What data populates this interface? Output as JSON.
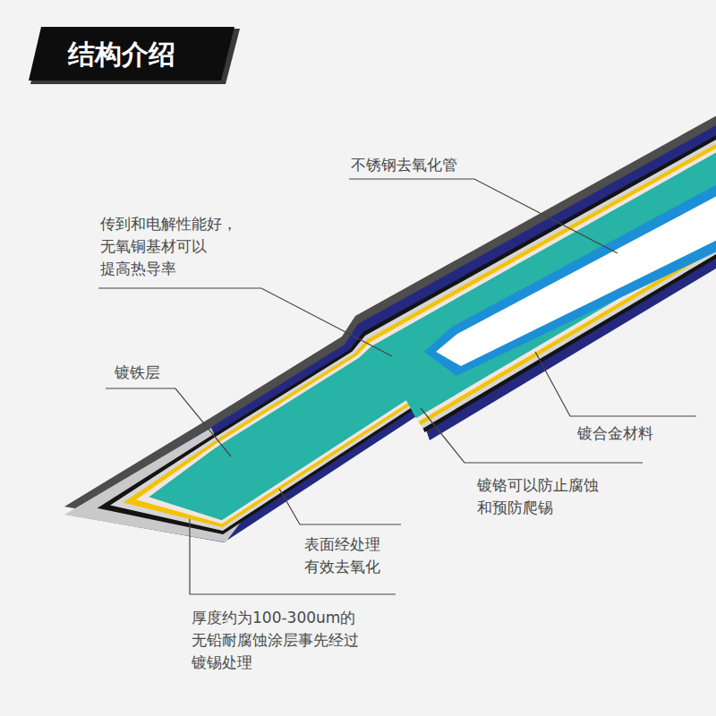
{
  "diagram": {
    "title": "结构介绍",
    "labels": [
      "不锈钢去氧化管",
      "传到和电解性能好， 无氧铜基材可以 提高热导率",
      "镀铁层",
      "镀合金材料",
      "镀铬可以防止腐蚀 和预防爬锡",
      "表面经处理 有效去氧化",
      "厚度约为100-300um的 无铅耐腐蚀涂层事先经过 镀锡处理"
    ]
  }
}
